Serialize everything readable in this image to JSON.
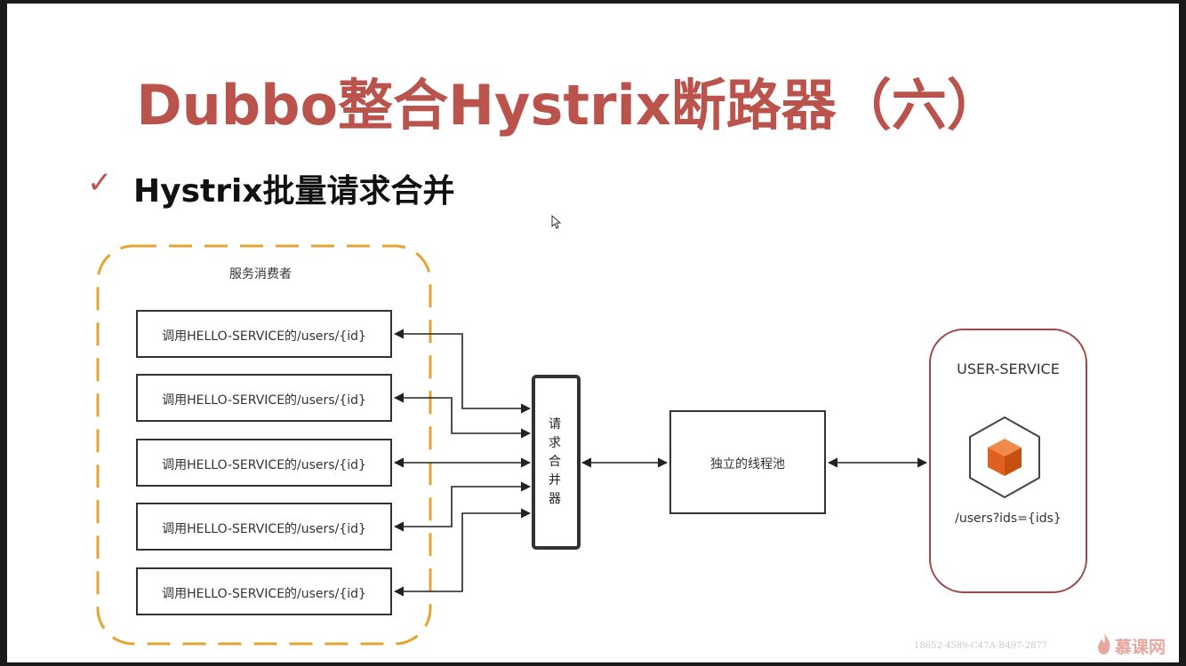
{
  "slide": {
    "title": "Dubbo整合Hystrix断路器（六）",
    "bullet": "Hystrix批量请求合并",
    "check_icon": "✓"
  },
  "diagram": {
    "consumer_group_label": "服务消费者",
    "calls": [
      "调用HELLO-SERVICE的/users/{id}",
      "调用HELLO-SERVICE的/users/{id}",
      "调用HELLO-SERVICE的/users/{id}",
      "调用HELLO-SERVICE的/users/{id}",
      "调用HELLO-SERVICE的/users/{id}"
    ],
    "merger_label": "请求合并器",
    "thread_pool_label": "独立的线程池",
    "service": {
      "name": "USER-SERVICE",
      "endpoint": "/users?ids={ids}",
      "icon": "cube-icon"
    }
  },
  "watermark": {
    "code": "18652-4589-C47A-B497-2877",
    "logo": "慕课网"
  },
  "colors": {
    "title": "#b9534c",
    "consumer_border": "#e5a331",
    "service_border": "#9c4a48",
    "cube": "#e0601d"
  }
}
